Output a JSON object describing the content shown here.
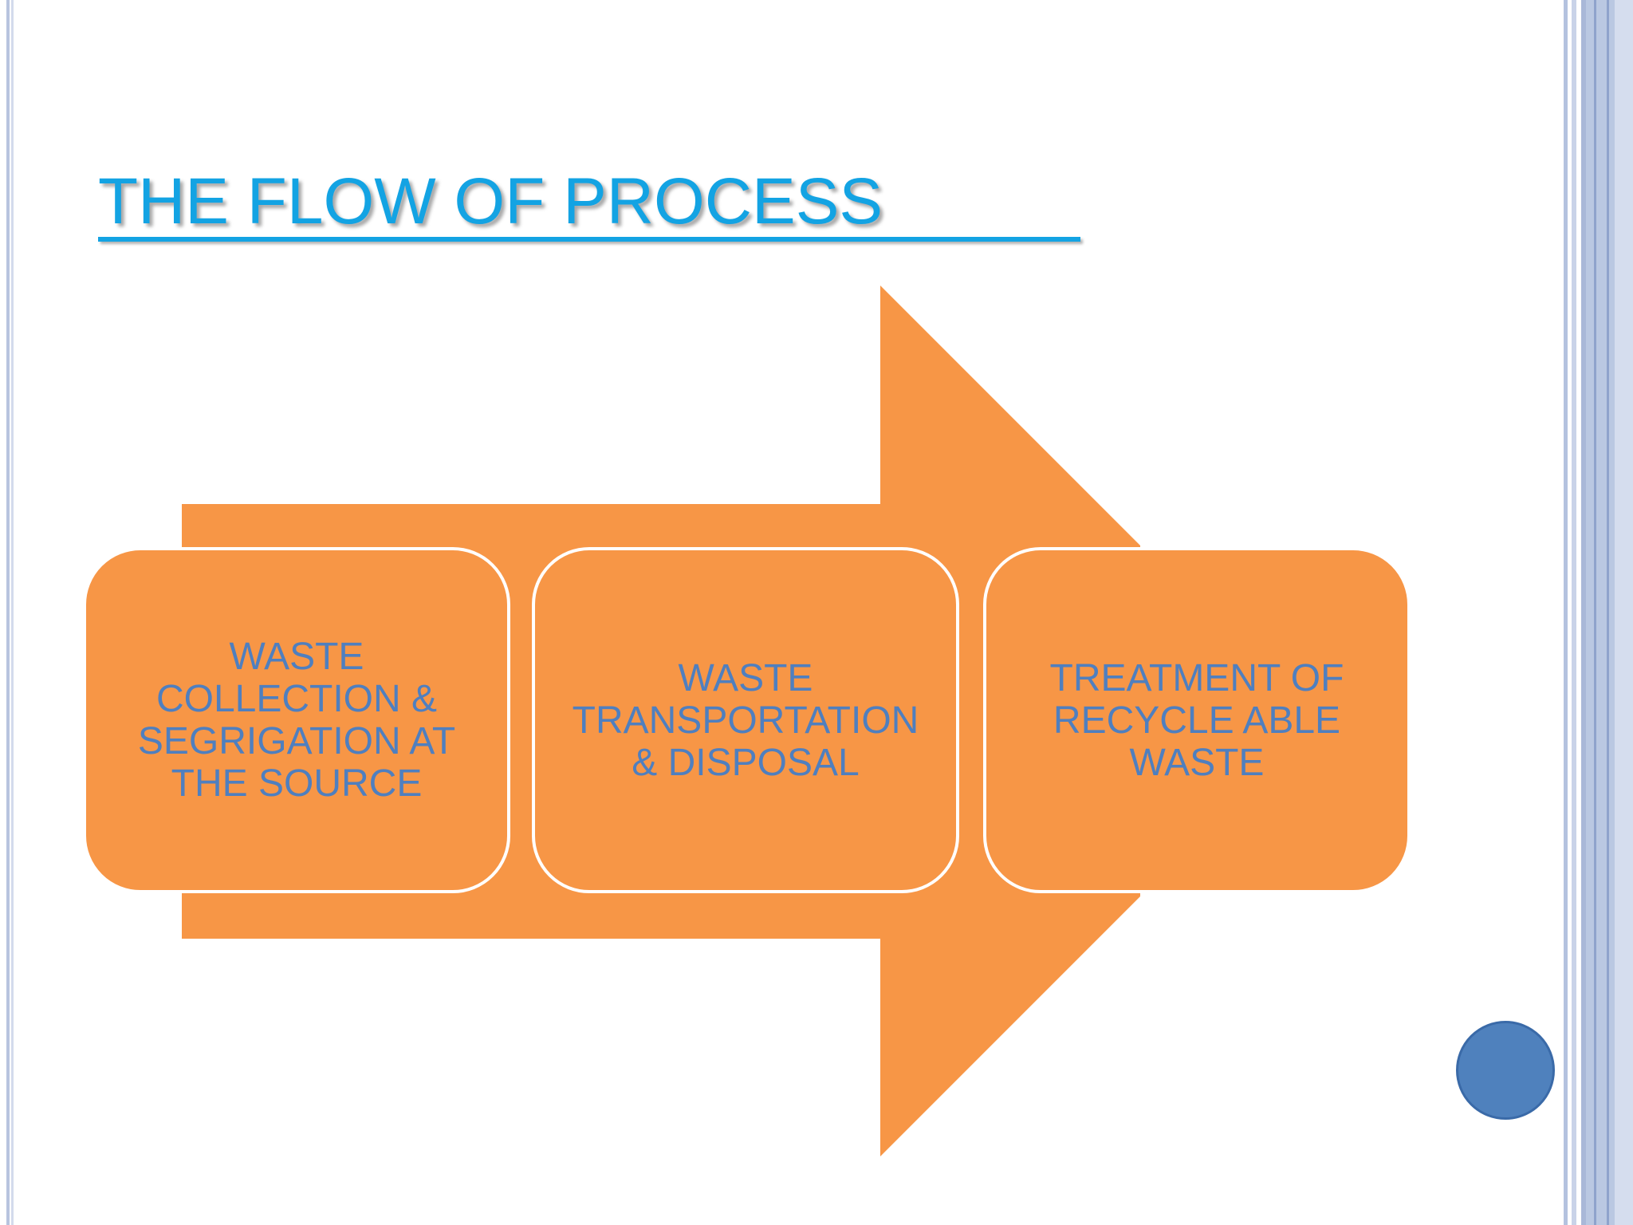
{
  "slide": {
    "title": "THE FLOW OF PROCESS",
    "colors": {
      "title": "#13a3e3",
      "arrow": "#f79646",
      "box_fill": "#f79646",
      "box_text": "#4f7fbf",
      "box_border": "#ffffff",
      "dot": "#4f81bd",
      "border_light": "#c9d3e8",
      "border_dark": "#a9b8d8"
    }
  },
  "flow": {
    "steps": [
      {
        "label": "WASTE\nCOLLECTION &\nSEGRIGATION AT\nTHE SOURCE"
      },
      {
        "label": "WASTE\nTRANSPORTATION\n& DISPOSAL"
      },
      {
        "label": "TREATMENT OF\nRECYCLE ABLE\nWASTE"
      }
    ]
  }
}
